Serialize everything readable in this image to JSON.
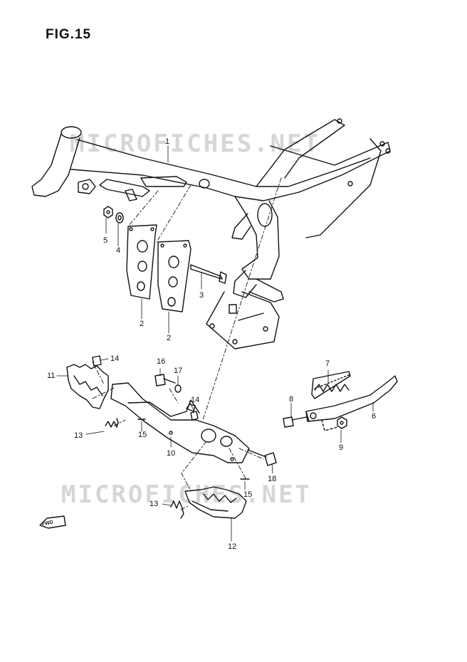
{
  "figure": {
    "title": "FIG.15"
  },
  "watermarks": [
    "MICROFICHES.NET",
    "MICROFICHES.NET"
  ],
  "fwd_label": "FWD",
  "callouts": [
    {
      "id": "1",
      "text": "1"
    },
    {
      "id": "2a",
      "text": "2"
    },
    {
      "id": "2b",
      "text": "2"
    },
    {
      "id": "3",
      "text": "3"
    },
    {
      "id": "4",
      "text": "4"
    },
    {
      "id": "5",
      "text": "5"
    },
    {
      "id": "6",
      "text": "6"
    },
    {
      "id": "7",
      "text": "7"
    },
    {
      "id": "8",
      "text": "8"
    },
    {
      "id": "9",
      "text": "9"
    },
    {
      "id": "10",
      "text": "10"
    },
    {
      "id": "11",
      "text": "11"
    },
    {
      "id": "12",
      "text": "12"
    },
    {
      "id": "13a",
      "text": "13"
    },
    {
      "id": "13b",
      "text": "13"
    },
    {
      "id": "14a",
      "text": "14"
    },
    {
      "id": "14b",
      "text": "14"
    },
    {
      "id": "15a",
      "text": "15"
    },
    {
      "id": "15b",
      "text": "15"
    },
    {
      "id": "16",
      "text": "16"
    },
    {
      "id": "17",
      "text": "17"
    },
    {
      "id": "18",
      "text": "18"
    }
  ]
}
